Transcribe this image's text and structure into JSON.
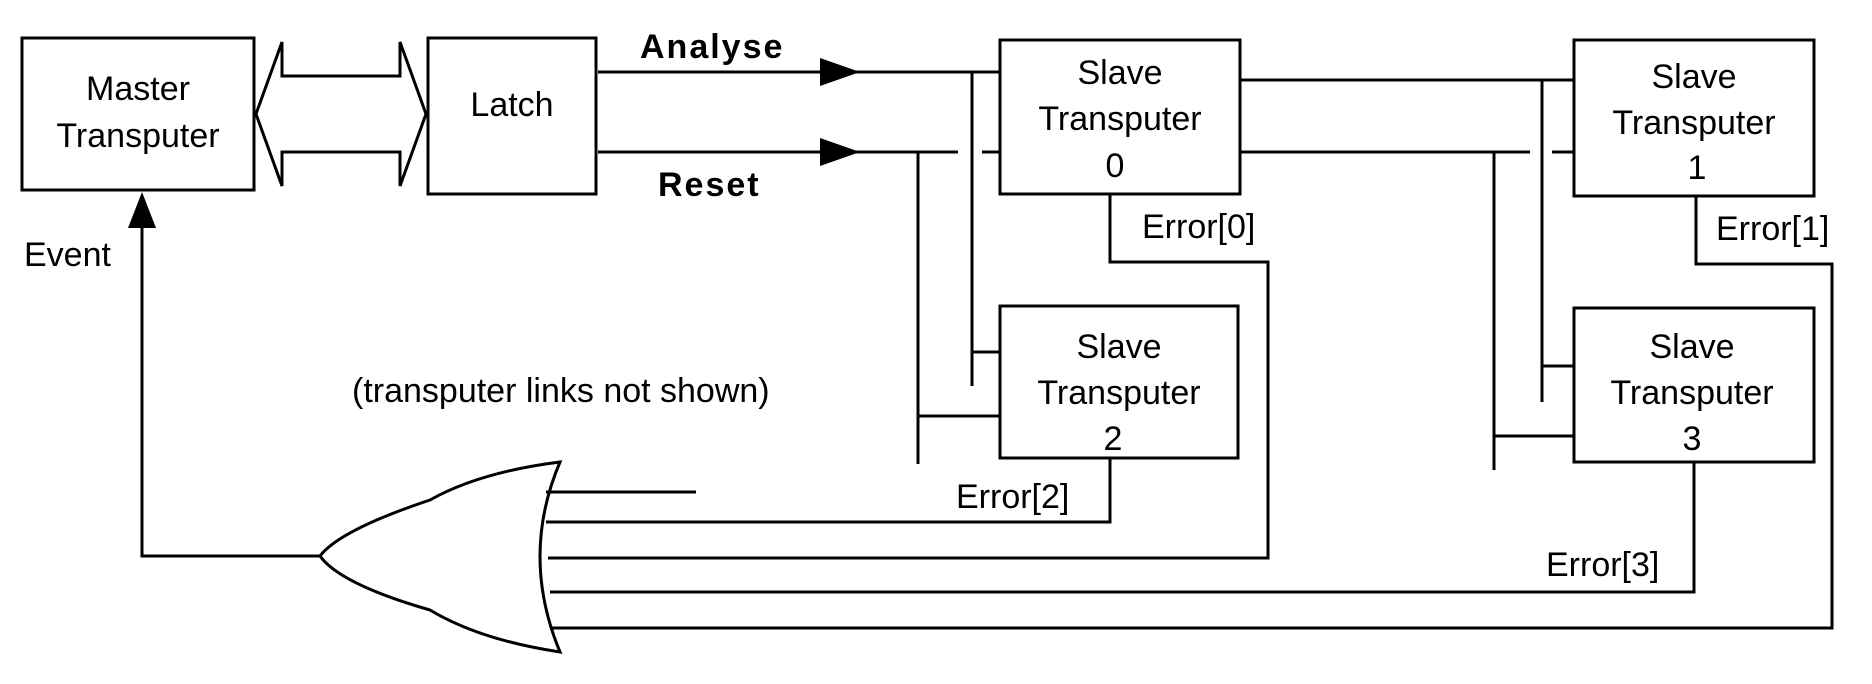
{
  "diagram": {
    "blocks": {
      "master": [
        "Master",
        "Transputer"
      ],
      "latch": [
        "Latch"
      ],
      "slave0": [
        "Slave",
        "Transputer",
        "0"
      ],
      "slave1": [
        "Slave",
        "Transputer",
        "1"
      ],
      "slave2": [
        "Slave",
        "Transputer",
        "2"
      ],
      "slave3": [
        "Slave",
        "Transputer",
        "3"
      ]
    },
    "signals": {
      "analyse": "Analyse",
      "reset": "Reset",
      "event": "Event",
      "error0": "Error[0]",
      "error1": "Error[1]",
      "error2": "Error[2]",
      "error3": "Error[3]"
    },
    "note": "(transputer links not shown)",
    "colors": {
      "line": "#000000",
      "background": "#ffffff"
    }
  }
}
